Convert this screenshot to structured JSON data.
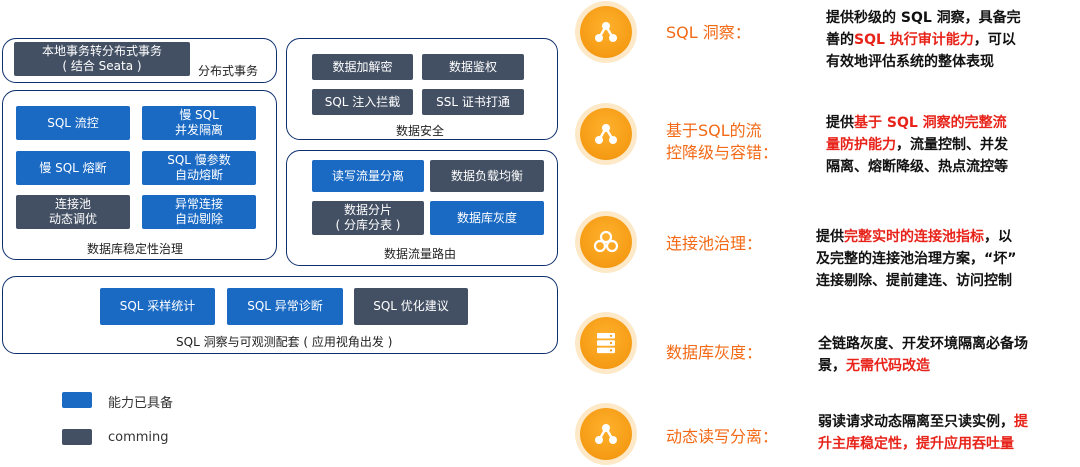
{
  "colors": {
    "available": "#1a6ac4",
    "coming": "#435064",
    "accent": "#f26a16",
    "highlight": "#e8231a",
    "border": "#0e2f6e"
  },
  "groups": {
    "distributed": {
      "title": "分布式事务",
      "boxes": [
        {
          "label": "本地事务转分布式事务\n( 结合 Seata )",
          "status": "coming"
        }
      ]
    },
    "security": {
      "title": "数据安全",
      "boxes": [
        {
          "label": "数据加解密",
          "status": "coming"
        },
        {
          "label": "数据鉴权",
          "status": "coming"
        },
        {
          "label": "SQL 注入拦截",
          "status": "coming"
        },
        {
          "label": "SSL 证书打通",
          "status": "coming"
        }
      ]
    },
    "stability": {
      "title": "数据库稳定性治理",
      "boxes": [
        {
          "label": "SQL 流控",
          "status": "available"
        },
        {
          "label": "慢 SQL\n并发隔离",
          "status": "available"
        },
        {
          "label": "慢 SQL 熔断",
          "status": "available"
        },
        {
          "label": "SQL 慢参数\n自动熔断",
          "status": "available"
        },
        {
          "label": "连接池\n动态调优",
          "status": "coming"
        },
        {
          "label": "异常连接\n自动剔除",
          "status": "available"
        }
      ]
    },
    "routing": {
      "title": "数据流量路由",
      "boxes": [
        {
          "label": "读写流量分离",
          "status": "available"
        },
        {
          "label": "数据负载均衡",
          "status": "coming"
        },
        {
          "label": "数据分片\n( 分库分表 )",
          "status": "coming"
        },
        {
          "label": "数据库灰度",
          "status": "available"
        }
      ]
    },
    "observability": {
      "title": "SQL 洞察与可观测配套 ( 应用视角出发 )",
      "boxes": [
        {
          "label": "SQL 采样统计",
          "status": "available"
        },
        {
          "label": "SQL 异常诊断",
          "status": "available"
        },
        {
          "label": "SQL 优化建议",
          "status": "coming"
        }
      ]
    }
  },
  "legend": [
    {
      "label": "能力已具备",
      "status": "available"
    },
    {
      "label": "comming",
      "status": "coming"
    }
  ],
  "features": [
    {
      "title": "SQL 洞察：",
      "icon": "share-nodes-icon",
      "desc": [
        {
          "t": "提供秒级的 SQL 洞察，具备完"
        },
        {
          "t": "善的",
          "br": true
        },
        {
          "t": "SQL 执行审计能力",
          "hl": true
        },
        {
          "t": "，可以"
        },
        {
          "t": "有效地评估系统的整体表现",
          "br": true
        }
      ]
    },
    {
      "title": "基于SQL的流\n控降级与容错：",
      "icon": "share-nodes-icon",
      "desc": [
        {
          "t": "提供"
        },
        {
          "t": "基于 SQL 洞察的完整流",
          "hl": true
        },
        {
          "t": "量防护能力",
          "hl": true,
          "br": true
        },
        {
          "t": "，流量控制、并发"
        },
        {
          "t": "隔离、熔断降级、热点流控等",
          "br": true
        }
      ]
    },
    {
      "title": "连接池治理：",
      "icon": "cloud-icon",
      "desc": [
        {
          "t": "提供"
        },
        {
          "t": "完整实时的连接池指标",
          "hl": true
        },
        {
          "t": "，以"
        },
        {
          "t": "及完整的连接池治理方案，“坏”",
          "br": true
        },
        {
          "t": "连接剔除、提前建连、访问控制",
          "br": true
        }
      ]
    },
    {
      "title": "数据库灰度：",
      "icon": "database-icon",
      "desc": [
        {
          "t": "全链路灰度、开发环境隔离必备场"
        },
        {
          "t": "景，",
          "br": true
        },
        {
          "t": "无需代码改造",
          "hl": true
        }
      ]
    },
    {
      "title": "动态读写分离：",
      "icon": "share-nodes-icon",
      "desc": [
        {
          "t": "弱读请求动态隔离至只读实例，"
        },
        {
          "t": "提",
          "hl": true
        },
        {
          "t": "升主库稳定性，提升应用吞吐量",
          "hl": true,
          "br": true
        }
      ]
    }
  ]
}
